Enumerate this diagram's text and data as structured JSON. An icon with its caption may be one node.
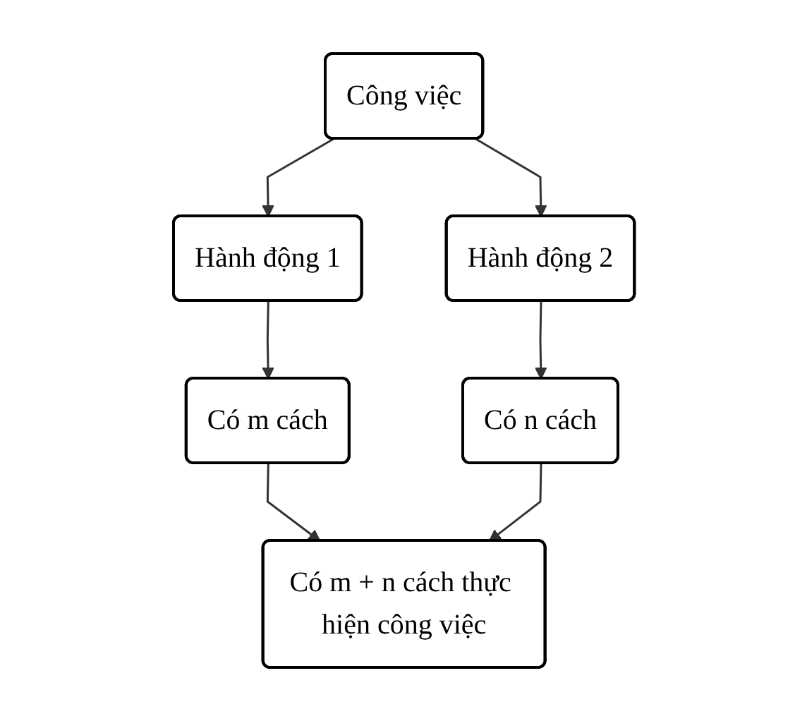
{
  "diagram": {
    "nodes": [
      {
        "text": [
          "Công việc"
        ]
      },
      {
        "text": [
          "Hành động 1"
        ]
      },
      {
        "text": [
          "Hành động 2"
        ]
      },
      {
        "text": [
          "Có m cách"
        ]
      },
      {
        "text": [
          "Có n cách"
        ]
      },
      {
        "text": [
          "Có m + n cách thực hiện công việc"
        ]
      }
    ],
    "edges": [
      {
        "from": 0,
        "to": 1,
        "arrow": "to"
      },
      {
        "from": 0,
        "to": 2,
        "arrow": "to"
      },
      {
        "from": 1,
        "to": 3,
        "arrow": "to"
      },
      {
        "from": 2,
        "to": 4,
        "arrow": "to"
      },
      {
        "from": 3,
        "to": 5,
        "arrow": "to"
      },
      {
        "from": 4,
        "to": 5,
        "arrow": "to"
      }
    ]
  }
}
